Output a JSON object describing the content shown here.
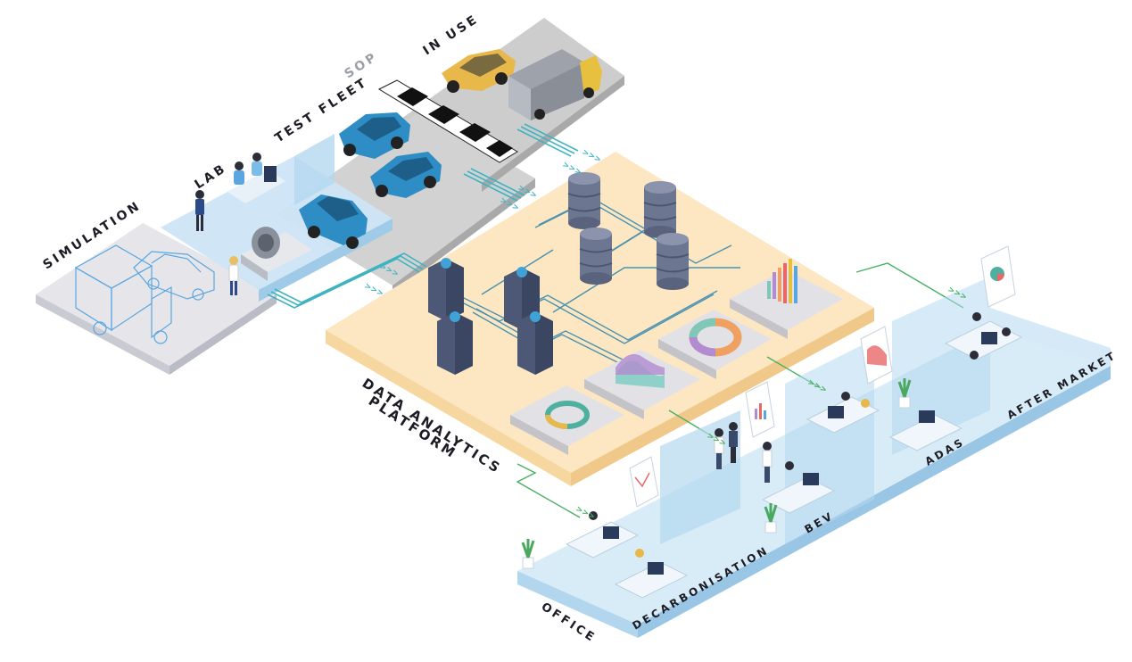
{
  "labels": {
    "simulation": "SIMULATION",
    "lab": "LAB",
    "test_fleet": "TEST FLEET",
    "sop": "SOP",
    "in_use": "IN USE",
    "platform_line1": "DATA ANALYTICS",
    "platform_line2": "PLATFORM",
    "office": "OFFICE",
    "decarbonisation": "DECARBONISATION",
    "bev": "BEV",
    "adas": "ADAS",
    "after_market": "AFTER MARKET"
  },
  "flow_marker": ">>>",
  "colors": {
    "platform": "#fde7c2",
    "cyan_line": "#3fb3c0",
    "green_line": "#46b060",
    "office_floor": "#d8ecf8",
    "lab_floor": "#cfe6f6",
    "road": "#c9c9c9",
    "database": "#6c7690",
    "server": "#4c5876",
    "car": "#2d8dc4",
    "text": "#1c1c24"
  }
}
